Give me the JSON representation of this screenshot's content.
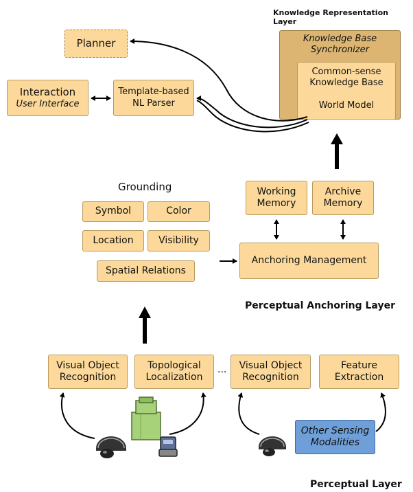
{
  "layers": {
    "knowledge_representation": "Knowledge Representation Layer",
    "perceptual_anchoring": "Perceptual Anchoring Layer",
    "perceptual": "Perceptual Layer"
  },
  "knowledge": {
    "planner": "Planner",
    "interaction_title": "Interaction",
    "interaction_sub": "User Interface",
    "parser_line1": "Template-based",
    "parser_line2": "NL Parser",
    "synchronizer_line1": "Knowledge Base",
    "synchronizer_line2": "Synchronizer",
    "kb_line1": "Common-sense",
    "kb_line2": "Knowledge Base",
    "world_model": "World Model"
  },
  "anchoring": {
    "grounding_title": "Grounding",
    "symbol": "Symbol",
    "color": "Color",
    "location": "Location",
    "visibility": "Visibility",
    "spatial_relations": "Spatial Relations",
    "working_memory_line1": "Working",
    "working_memory_line2": "Memory",
    "archive_memory_line1": "Archive",
    "archive_memory_line2": "Memory",
    "anchoring_management": "Anchoring Management"
  },
  "perceptual": {
    "vor1_line1": "Visual Object",
    "vor1_line2": "Recognition",
    "topo_line1": "Topological",
    "topo_line2": "Localization",
    "ellipsis": "...",
    "vor2_line1": "Visual Object",
    "vor2_line2": "Recognition",
    "feature_line1": "Feature",
    "feature_line2": "Extraction",
    "other_line1": "Other Sensing",
    "other_line2": "Modalities"
  },
  "colors": {
    "box_fill": "#fcd99a",
    "box_border": "#b79a5e",
    "synchronizer_fill": "#dcb572",
    "sensing_fill": "#6f9fd8",
    "robot_green": "#a8d27a"
  }
}
